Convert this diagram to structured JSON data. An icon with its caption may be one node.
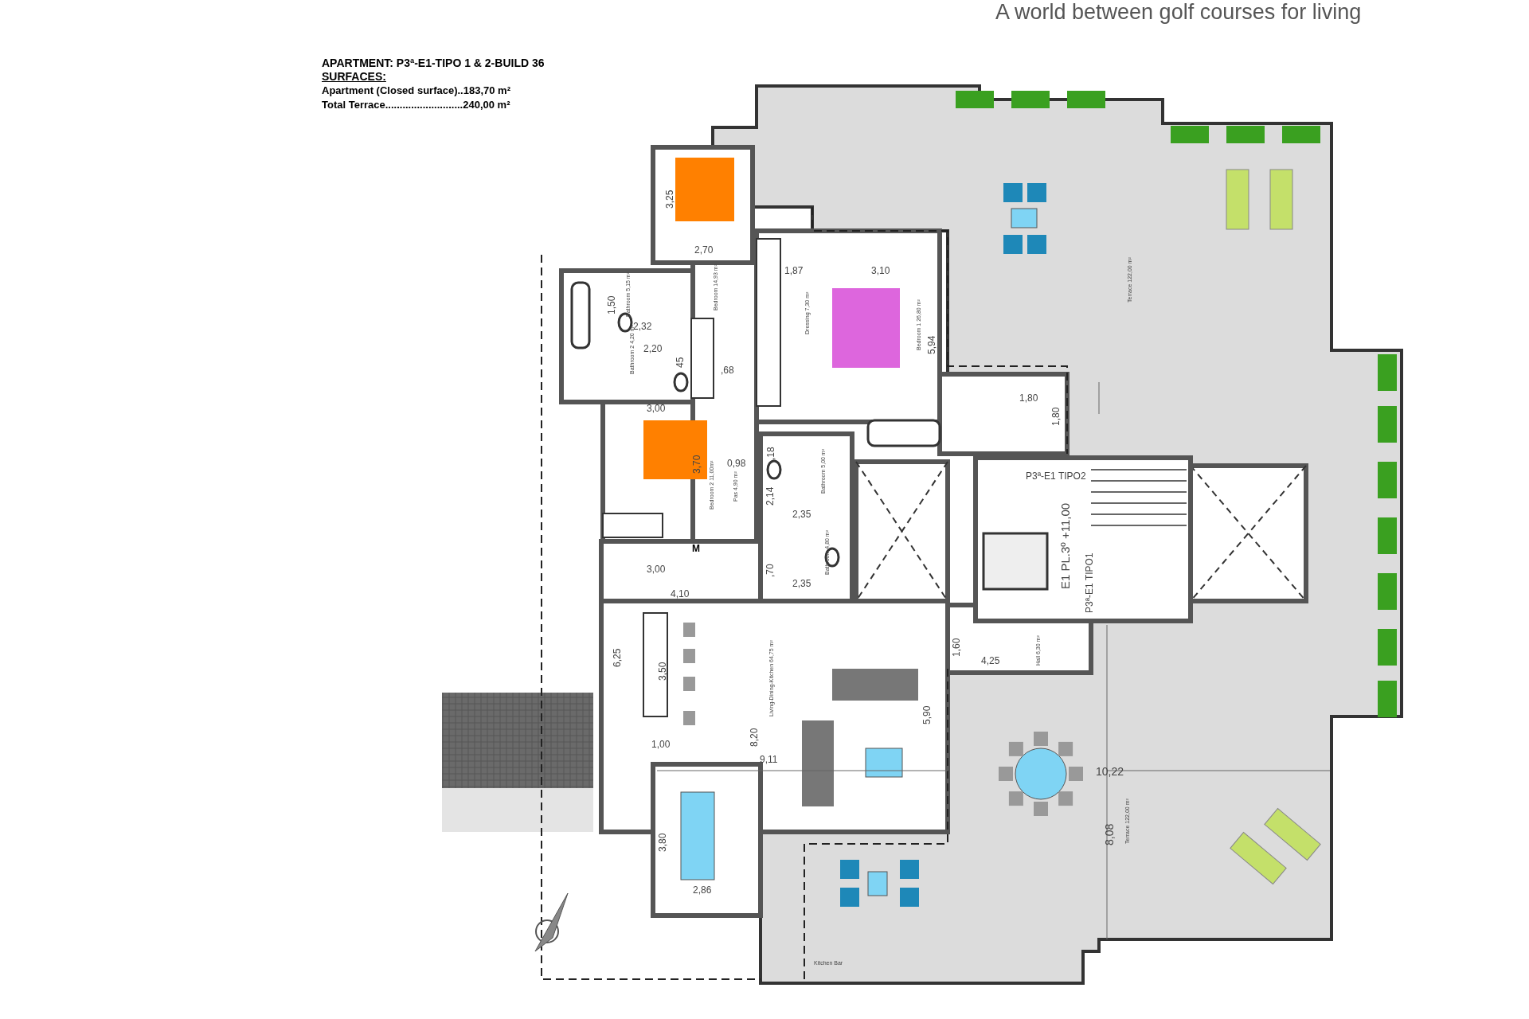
{
  "diagram": {
    "labels": [
      "A world  between golf courses for living",
      "APARTMENT: P3ª-E1-TIPO 1 & 2-BUILD 36",
      "SURFACES:",
      "Apartment (Closed surface)..183,70 m²",
      "Total Terrace...........................240,00 m²",
      "3,25",
      "2,70",
      "1,87",
      "3,10",
      "1,50",
      "2,32",
      "2,20",
      "45",
      ",68",
      "5,94",
      "3,00",
      ",18",
      "1,80",
      "1,80",
      "3,70",
      "0,98",
      "2,14",
      "2,35",
      "3,00",
      ",70",
      "2,35",
      "4,10",
      "6,25",
      "3,50",
      "1,00",
      "8,20",
      "9,11",
      "5,90",
      "1,60",
      "4,25",
      "10,22",
      "8,08",
      "3,80",
      "2,86",
      "Bedroom 14,93 m²",
      "Bathroom 5,15 m²",
      "Bathroom 2 4,20 m²",
      "Dressing 7,30 m²",
      "Bedroom 1 26,80 m²",
      "Bedroom 2 11,00m²",
      "Pas 4,90 m²",
      "Bathroom 5,00 m²",
      "Bathroom 4,80 m²",
      "Hall 6,30 m²",
      "Living-Dining-Kitchen 64,75 m²",
      "Terrace 122,00 m²",
      "Terrace 122,00 m²",
      "P3ª-E1 TIPO2",
      "E1 PL.3º +11,00",
      "P3ª-E1 TIPO1",
      "M",
      "Kitchen Bar"
    ]
  }
}
